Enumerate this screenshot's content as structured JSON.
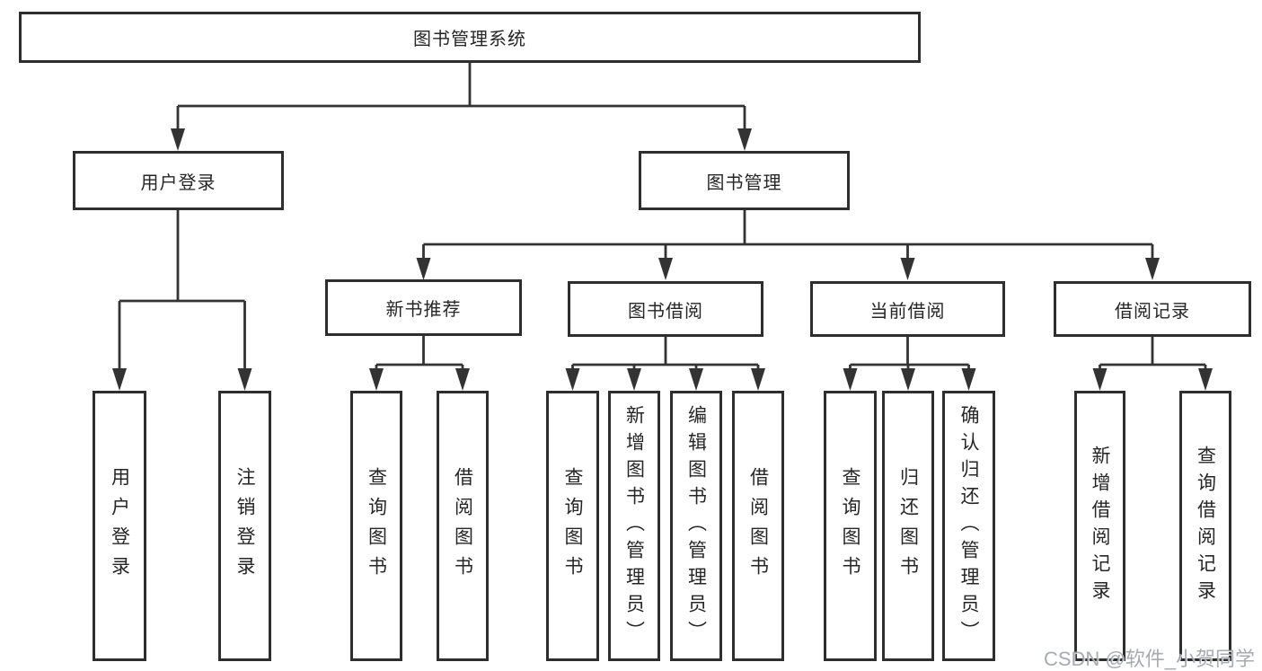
{
  "tree": {
    "label": "图书管理系统",
    "children": [
      {
        "label": "用户登录",
        "children": [
          {
            "label": "用户登录"
          },
          {
            "label": "注销登录"
          }
        ]
      },
      {
        "label": "图书管理",
        "children": [
          {
            "label": "新书推荐",
            "children": [
              {
                "label": "查询图书"
              },
              {
                "label": "借阅图书"
              }
            ]
          },
          {
            "label": "图书借阅",
            "children": [
              {
                "label": "查询图书"
              },
              {
                "label": "新增图书（管理员）"
              },
              {
                "label": "编辑图书（管理员）"
              },
              {
                "label": "借阅图书"
              }
            ]
          },
          {
            "label": "当前借阅",
            "children": [
              {
                "label": "查询图书"
              },
              {
                "label": "归还图书"
              },
              {
                "label": "确认归还（管理员）"
              }
            ]
          },
          {
            "label": "借阅记录",
            "children": [
              {
                "label": "新增借阅记录"
              },
              {
                "label": "查询借阅记录"
              }
            ]
          }
        ]
      }
    ]
  },
  "watermark": "CSDN @软件_小贺同学",
  "colors": {
    "line": "#333333",
    "border": "#2e2e2e",
    "text": "#262626",
    "watermark": "#9ca1aa"
  }
}
